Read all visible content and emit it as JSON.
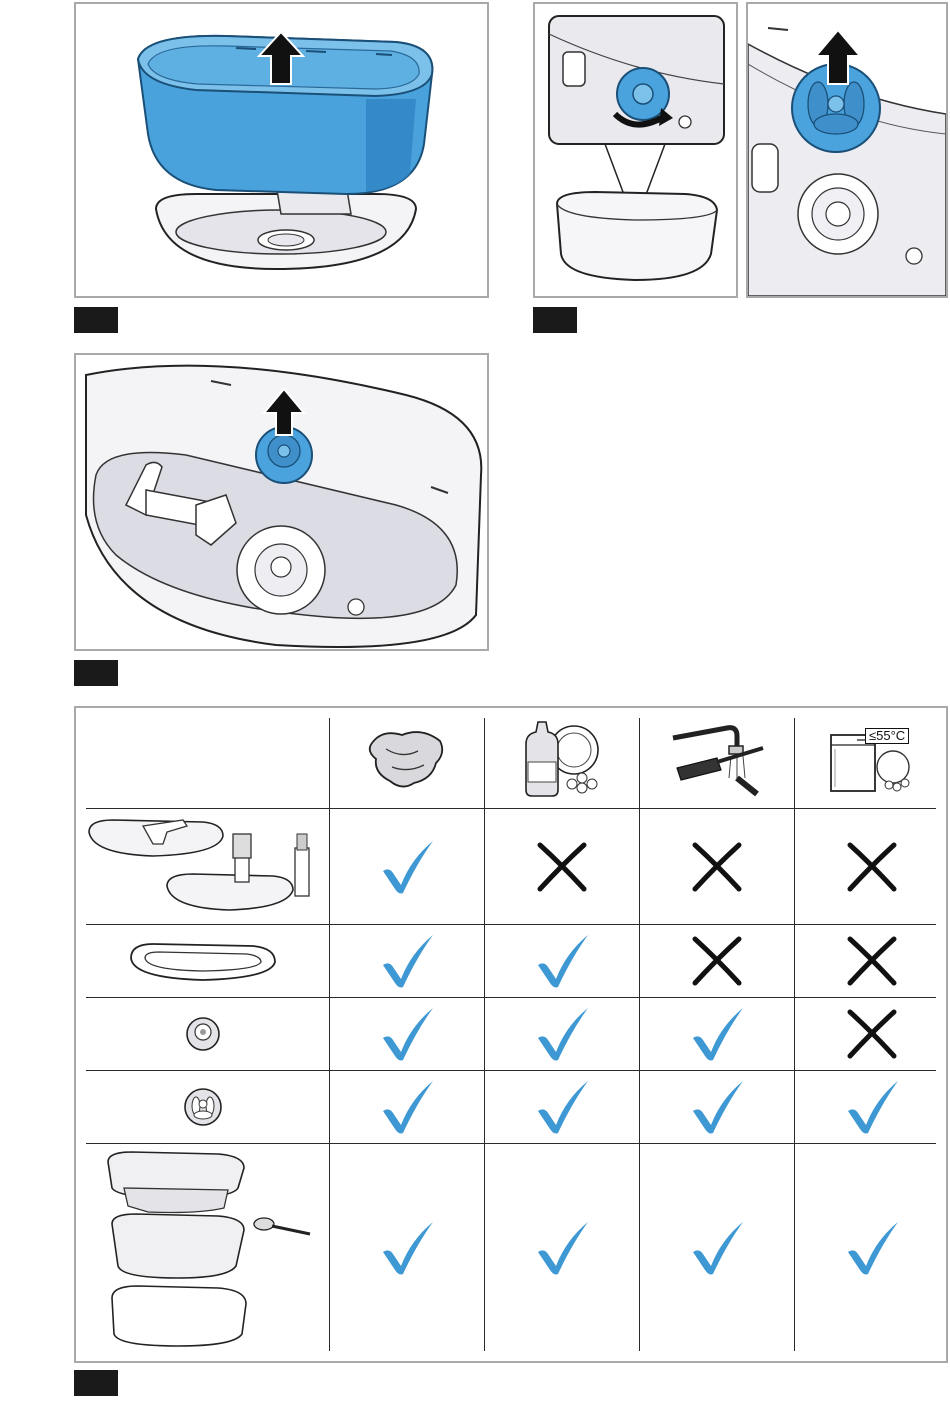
{
  "figures": [
    {
      "id": "fig1",
      "action": "lift-tray-up"
    },
    {
      "id": "fig2",
      "action": "rotate-and-lift-filter"
    },
    {
      "id": "fig3",
      "action": "lift-valve-up"
    }
  ],
  "table": {
    "methods": [
      {
        "name": "damp-cloth",
        "icon": "cloth-icon"
      },
      {
        "name": "dish-soap",
        "icon": "dish-soap-icon"
      },
      {
        "name": "rinse-brush",
        "icon": "tap-brush-icon"
      },
      {
        "name": "dishwasher",
        "icon": "dishwasher-icon",
        "label": "≤55°C"
      }
    ],
    "rows": [
      {
        "part": "base-and-brushes",
        "marks": [
          "check",
          "cross",
          "cross",
          "cross"
        ]
      },
      {
        "part": "seal-ring",
        "marks": [
          "check",
          "check",
          "cross",
          "cross"
        ]
      },
      {
        "part": "small-valve",
        "marks": [
          "check",
          "check",
          "check",
          "cross"
        ]
      },
      {
        "part": "filter",
        "marks": [
          "check",
          "check",
          "check",
          "check"
        ]
      },
      {
        "part": "containers-and-scoop",
        "marks": [
          "check",
          "check",
          "check",
          "check"
        ]
      }
    ]
  },
  "colors": {
    "check": "#3d98d3",
    "cross": "#111111",
    "accent_blue": "#3e93cf",
    "frame": "#a9a9a9",
    "tag": "#1a1a1a"
  }
}
